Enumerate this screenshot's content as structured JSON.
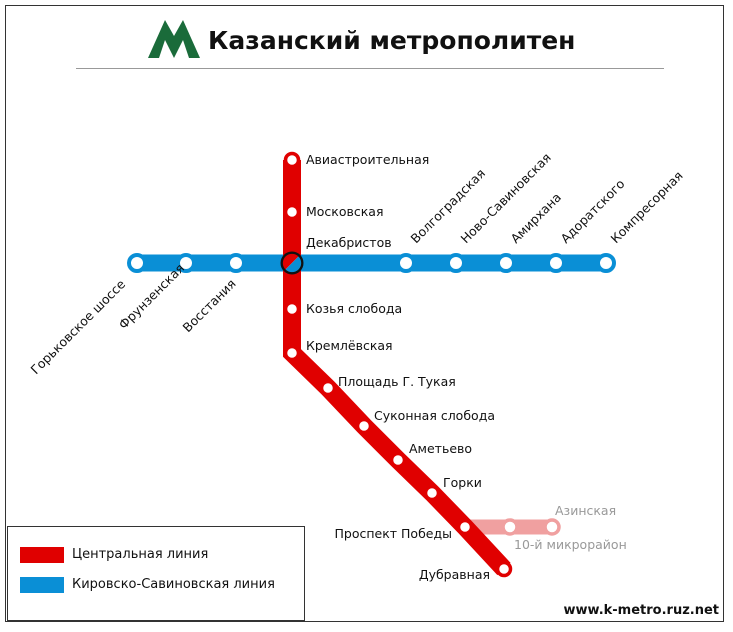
{
  "header": {
    "title": "Казанский метрополитен",
    "logo_icon": "metro-m-logo-icon"
  },
  "colors": {
    "central": "#e00000",
    "kirovsko": "#0a8fd6",
    "planned": "#f0a0a0",
    "logo": "#1a6b3a"
  },
  "lines": {
    "central": {
      "name": "Центральная линия",
      "stations": [
        "Авиастроительная",
        "Московская",
        "Декабристов",
        "Козья слобода",
        "Кремлёвская",
        "Площадь Г. Тукая",
        "Суконная слобода",
        "Аметьево",
        "Горки",
        "Проспект Победы",
        "Дубравная"
      ]
    },
    "kirovsko": {
      "name": "Кировско-Савиновская линия",
      "stations": [
        "Горьковское шоссе",
        "Фрунзенская",
        "Восстания",
        "Волгоградская",
        "Ново-Савиновская",
        "Амирхана",
        "Адоратского",
        "Компресорная"
      ]
    },
    "planned": {
      "stations": [
        "10-й микрорайон",
        "Азинская"
      ]
    }
  },
  "footer": {
    "site": "www.k-metro.ruz.net"
  }
}
